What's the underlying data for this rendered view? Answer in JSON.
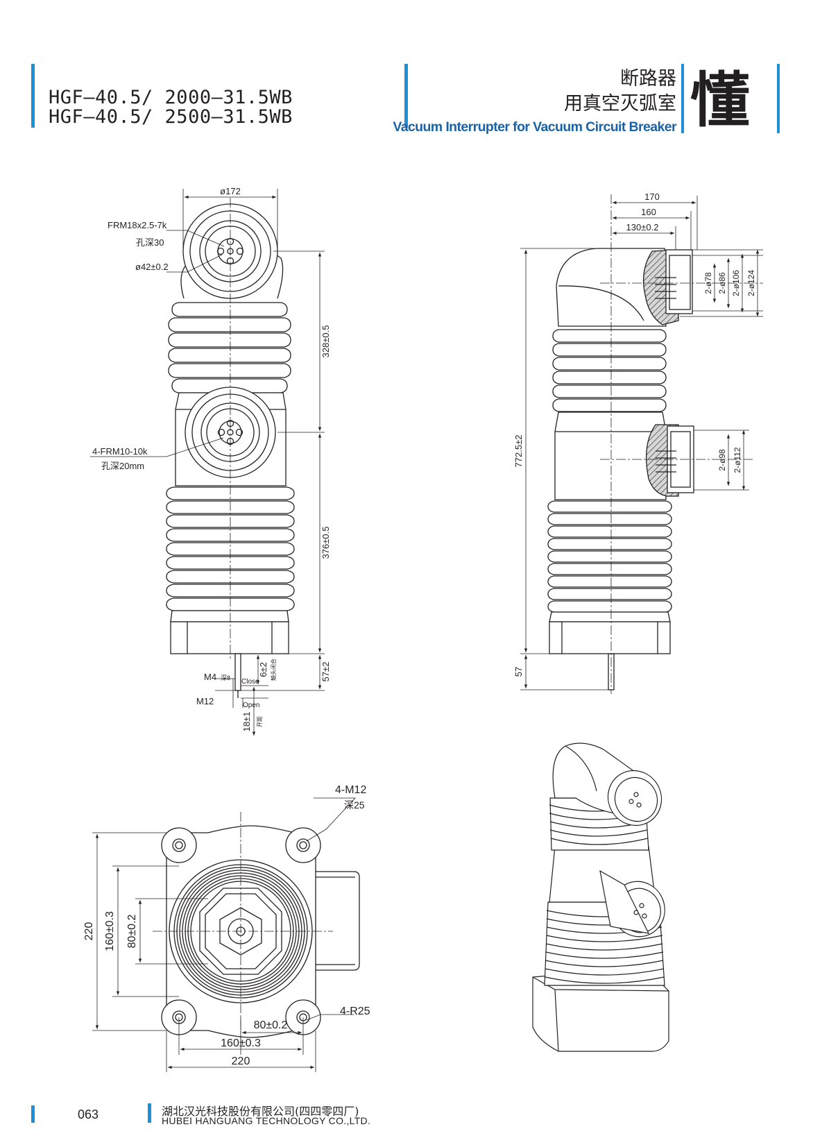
{
  "header": {
    "model_line_1": "HGF—40.5∕ 2000—31.5WB",
    "model_line_2": "HGF—40.5∕ 2500—31.5WB",
    "title_cn_line_1": "断路器",
    "title_cn_line_2": "用真空灭弧室",
    "title_en": "Vacuum Interrupter for Vacuum Circuit Breaker",
    "logo_char": "懂"
  },
  "front_view": {
    "dim_top_width": "ø172",
    "label_thread_top": "FRM18x2.5-7k",
    "label_hole_depth_top": "孔深30",
    "label_center_dia": "ø42±0.2",
    "label_thread_mid": "4-FRM10-10k",
    "label_hole_depth_mid": "孔深20mm",
    "dim_upper": "328±0.5",
    "dim_lower": "376±0.5",
    "dim_bottom": "57±2",
    "label_m4": "M4",
    "label_m4_depth": "深8",
    "label_m12": "M12",
    "label_close": "Close",
    "label_open": "Open",
    "dim_close_travel": "6±2",
    "label_close_cn": "触头闭合",
    "dim_open_travel": "18±1",
    "label_open_cn": "开距"
  },
  "side_view": {
    "dim_170": "170",
    "dim_160": "160",
    "dim_130": "130±0.2",
    "dim_total_height": "772.5±2",
    "dim_57": "57",
    "dim_top_78": "2-ø78",
    "dim_top_86": "2-ø86",
    "dim_top_106": "2-ø106",
    "dim_top_124": "2-ø124",
    "dim_mid_98": "2-ø98",
    "dim_mid_112": "2-ø112"
  },
  "bottom_view": {
    "label_m12": "4-M12",
    "label_m12_depth": "深25",
    "label_r25": "4-R25",
    "dim_v_220": "220",
    "dim_v_160": "160±0.3",
    "dim_v_80": "80±0.2",
    "dim_h_80": "80±0.2",
    "dim_h_160": "160±0.3",
    "dim_h_220": "220"
  },
  "footer": {
    "page_number": "063",
    "company_cn": "湖北汉光科技股份有限公司(四四零四厂)",
    "company_en": "HUBEI HANGUANG TECHNOLOGY CO.,LTD."
  },
  "colors": {
    "accent_blue": "#1f8fd6",
    "title_blue": "#1a63a8",
    "ink": "#231f20"
  }
}
